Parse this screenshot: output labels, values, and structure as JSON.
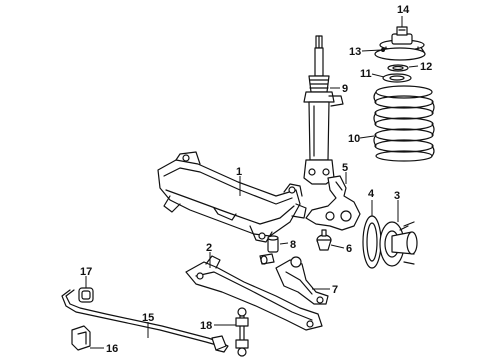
{
  "callouts": [
    {
      "id": "1",
      "text": "1"
    },
    {
      "id": "2",
      "text": "2"
    },
    {
      "id": "3",
      "text": "3"
    },
    {
      "id": "4",
      "text": "4"
    },
    {
      "id": "5",
      "text": "5"
    },
    {
      "id": "6",
      "text": "6"
    },
    {
      "id": "7",
      "text": "7"
    },
    {
      "id": "8",
      "text": "8"
    },
    {
      "id": "9",
      "text": "9"
    },
    {
      "id": "10",
      "text": "10"
    },
    {
      "id": "11",
      "text": "11"
    },
    {
      "id": "12",
      "text": "12"
    },
    {
      "id": "13",
      "text": "13"
    },
    {
      "id": "14",
      "text": "14"
    },
    {
      "id": "15",
      "text": "15"
    },
    {
      "id": "16",
      "text": "16"
    },
    {
      "id": "17",
      "text": "17"
    },
    {
      "id": "18",
      "text": "18"
    }
  ],
  "colors": {
    "line": "#111111",
    "background": "#ffffff"
  }
}
